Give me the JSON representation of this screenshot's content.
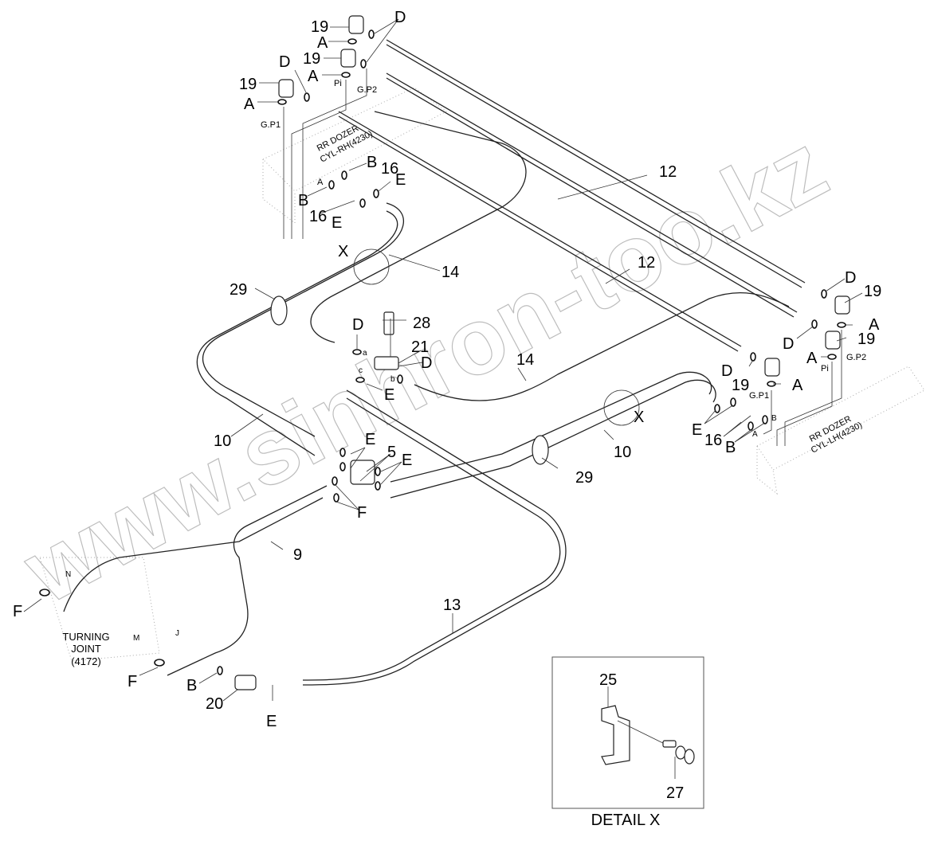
{
  "diagram": {
    "type": "hydraulic piping parts diagram",
    "watermark": "www.sinhron-too.kz",
    "components": {
      "rh_cylinder": {
        "label_line1": "RR DOZER",
        "label_line2": "CYL-RH(4230)"
      },
      "lh_cylinder": {
        "label_line1": "RR DOZER",
        "label_line2": "CYL-LH(4230)"
      },
      "turning_joint": {
        "label_line1": "TURNING",
        "label_line2": "JOINT",
        "label_line3": "(4172)"
      }
    },
    "port_labels": {
      "gp1": "G.P1",
      "gp2": "G.P2",
      "pi": "Pi",
      "a": "A",
      "b": "B",
      "a_lower": "a",
      "b_lower": "b",
      "c_lower": "c",
      "n": "N",
      "m": "M",
      "j": "J"
    },
    "callouts": {
      "p5": "5",
      "p9": "9",
      "p10": "10",
      "p12": "12",
      "p13": "13",
      "p14": "14",
      "p16": "16",
      "p19": "19",
      "p20": "20",
      "p21": "21",
      "p25": "25",
      "p27": "27",
      "p28": "28",
      "p29": "29",
      "A": "A",
      "B": "B",
      "D": "D",
      "E": "E",
      "F": "F",
      "X": "X"
    },
    "detail": {
      "title": "DETAIL  X",
      "parts": [
        "25",
        "27"
      ]
    }
  }
}
